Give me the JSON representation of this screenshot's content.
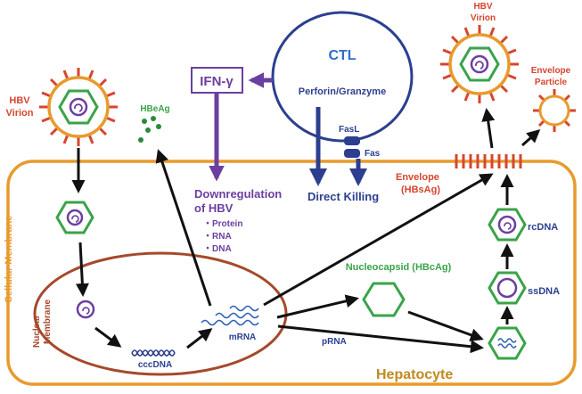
{
  "colors": {
    "red": "#d6452f",
    "orange": "#e89a2c",
    "purple": "#6b3fa0",
    "green": "#3aa34a",
    "navy": "#2c3f8f",
    "brown": "#a5492c",
    "black": "#111111"
  },
  "labels": {
    "ctl": "CTL",
    "perforin": "Perforin/Granzyme",
    "fasl": "FasL",
    "fas": "Fas",
    "direct_killing": "Direct Killing",
    "ifn": "IFN-γ",
    "downreg_1": "Downregulation",
    "downreg_2": "of HBV",
    "downreg_items": [
      "・Protein",
      "・RNA",
      "・DNA"
    ],
    "hbv_virion_left_1": "HBV",
    "hbv_virion_left_2": "Virion",
    "hbv_virion_right_1": "HBV",
    "hbv_virion_right_2": "Virion",
    "envelope_particle_1": "Envelope",
    "envelope_particle_2": "Particle",
    "hbeag": "HBeAg",
    "envelope_1": "Envelope",
    "envelope_2": "(HBsAg)",
    "nucleocapsid": "Nucleocapsid (HBcAg)",
    "rcdna": "rcDNA",
    "ssdna": "ssDNA",
    "mrna": "mRNA",
    "prna": "pRNA",
    "cccdna": "cccDNA",
    "hepatocyte": "Hepatocyte",
    "cellular_membrane": "Cellular Membrane",
    "nuclear_membrane_1": "Nuclear",
    "nuclear_membrane_2": "Membrane"
  }
}
